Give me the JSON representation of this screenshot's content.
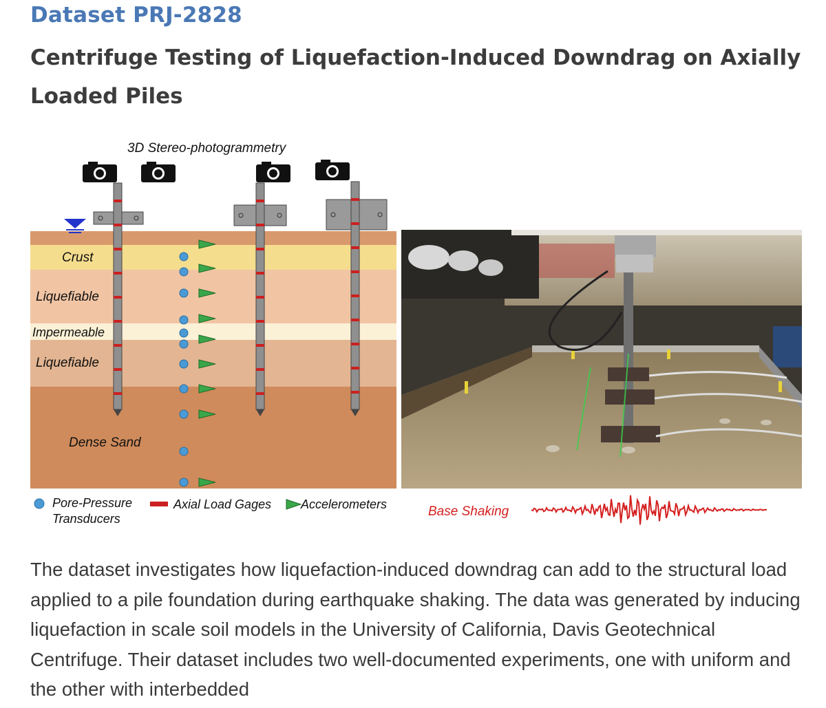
{
  "header": {
    "dataset_id": "Dataset PRJ-2828",
    "title": "Centrifuge Testing of Liquefaction-Induced Downdrag on Axially Loaded Piles"
  },
  "figure": {
    "camera_label": "3D Stereo-photogrammetry",
    "layers": [
      {
        "name": "Crust",
        "color": "#f5dd8e"
      },
      {
        "name": "Liquefiable",
        "color": "#f1c5a4"
      },
      {
        "name": "Impermeable",
        "color": "#fbf1d6"
      },
      {
        "name": "Liquefiable",
        "color": "#e3b592"
      },
      {
        "name": "Dense Sand",
        "color": "#cf8b5b"
      }
    ],
    "legend": {
      "pore_pressure_line1": "Pore-Pressure",
      "pore_pressure_line2": "Transducers",
      "axial_load": "Axial Load Gages",
      "accelerometers": "Accelerometers"
    },
    "base_shaking_label": "Base Shaking",
    "colors": {
      "pile": "#8f8f8f",
      "gage": "#cc1f1f",
      "transducer": "#4a9ad6",
      "accelerometer": "#3aa64a",
      "shaking": "#d42020",
      "water_table": "#2233cc"
    }
  },
  "description": "The dataset investigates how liquefaction-induced downdrag can add to the structural load applied to a pile foundation during earthquake shaking. The data was generated by inducing liquefaction in scale soil models in the University of California, Davis Geotechnical Centrifuge. Their dataset includes two well-documented experiments, one with uniform and the other with interbedded"
}
